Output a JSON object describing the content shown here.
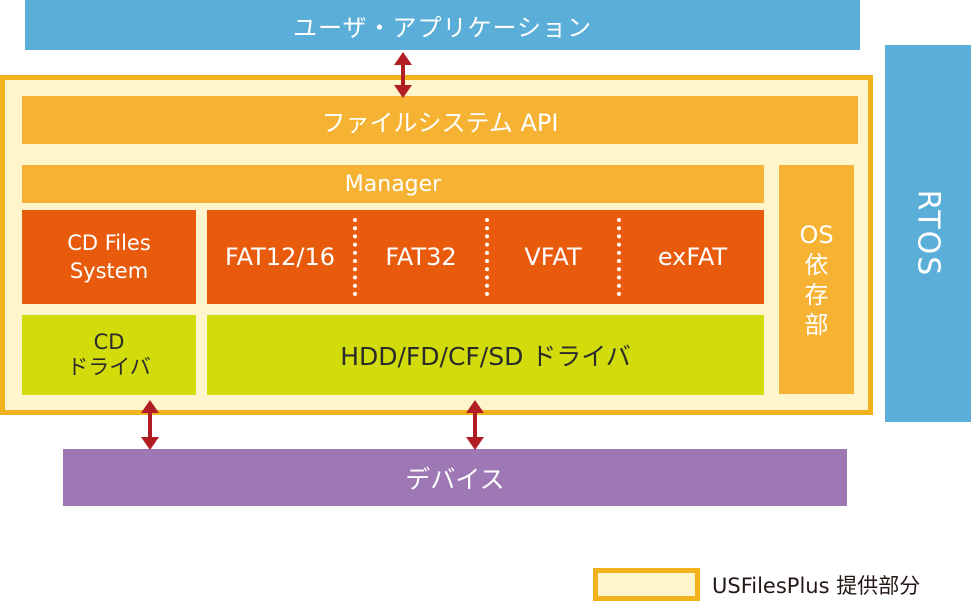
{
  "user_application": "ユーザ・アプリケーション",
  "filesystem_api": "ファイルシステム API",
  "manager": "Manager",
  "cd_files_system": {
    "line1": "CD Files",
    "line2": "System"
  },
  "fat_types": [
    "FAT12/16",
    "FAT32",
    "VFAT",
    "exFAT"
  ],
  "cd_driver": {
    "line1": "CD",
    "line2": "ドライバ"
  },
  "hdd_driver": "HDD/FD/CF/SD ドライバ",
  "os_dependent": [
    "OS",
    "依",
    "存",
    "部"
  ],
  "rtos": "RTOS",
  "device": "デバイス",
  "legend": {
    "label": "USFilesPlus 提供部分"
  },
  "colors": {
    "blue": "#5aaed8",
    "orange_light": "#f5b233",
    "orange_dark": "#e85a0c",
    "lime": "#d2dc0a",
    "purple": "#9d78b4",
    "frame_border": "#f1b21e",
    "frame_fill": "#fff5cc",
    "arrow": "#b01e23"
  }
}
